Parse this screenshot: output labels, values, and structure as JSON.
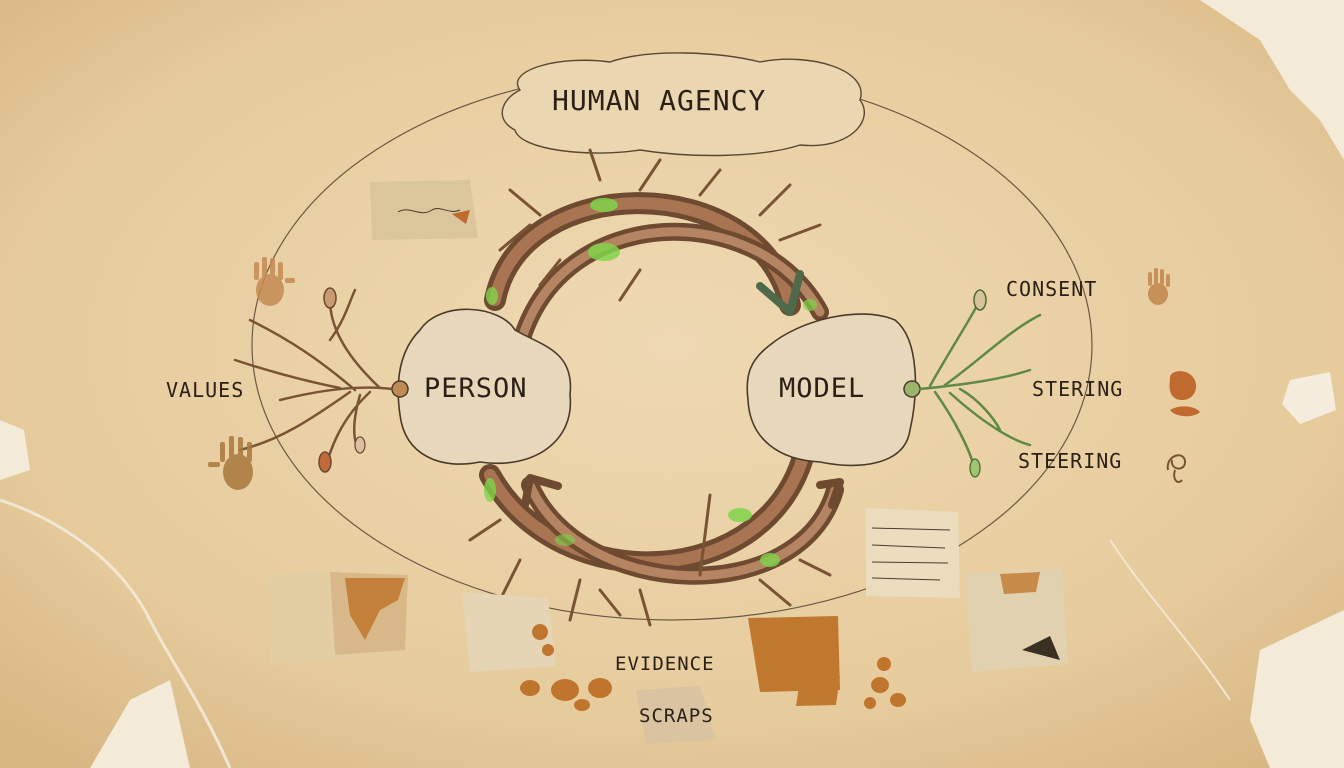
{
  "diagram": {
    "title": "HUMAN AGENCY",
    "nodes": {
      "person": "PERSON",
      "model": "MODEL"
    },
    "labels": {
      "values": "VALUES",
      "consent": "CONSENT",
      "steering_top": "STERING",
      "steering_bottom": "STEERING",
      "evidence": "EVIDENCE",
      "scraps": "SCRAPS"
    }
  },
  "colors": {
    "paper": "#e8cfa4",
    "ink": "#2a2016",
    "branch": "#8a5a3a",
    "glow": "#7fd44a",
    "rust": "#c07a38"
  }
}
